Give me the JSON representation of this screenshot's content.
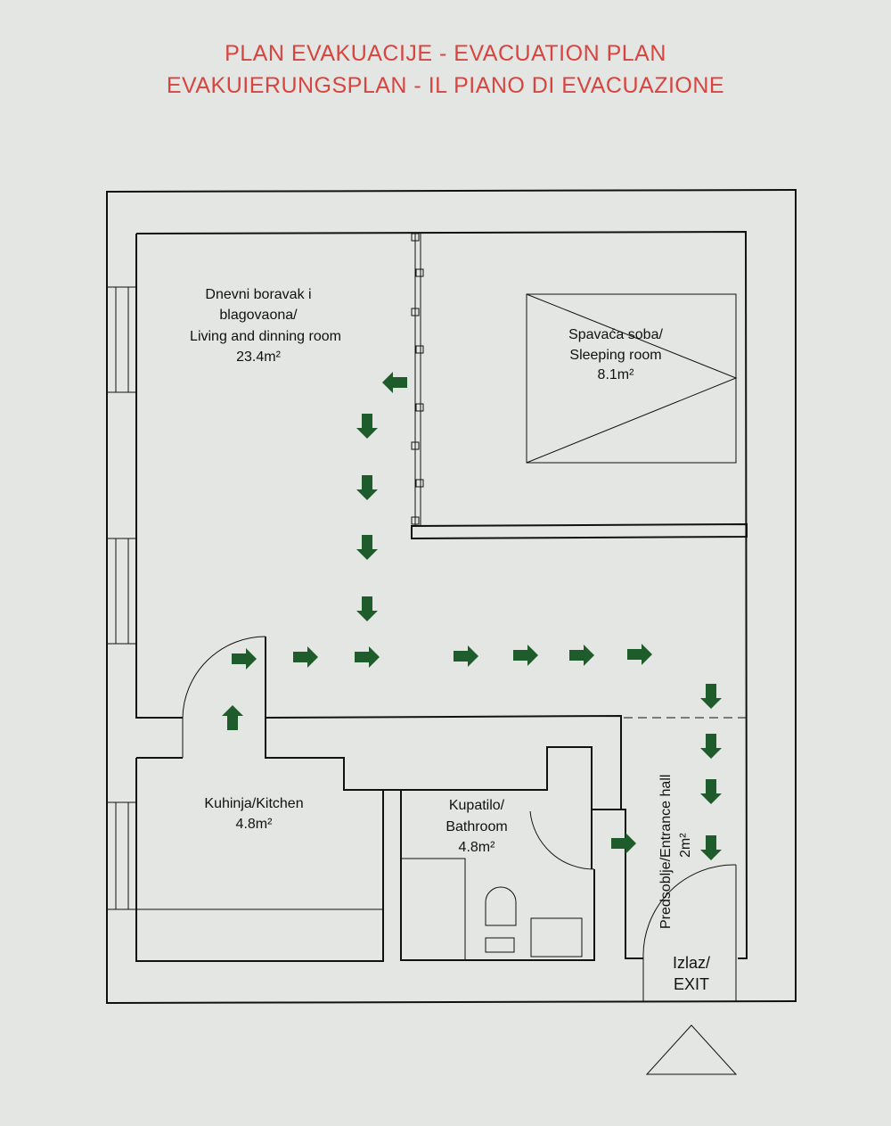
{
  "title": {
    "line1": "PLAN EVAKUACIJE - EVACUATION PLAN",
    "line2": "EVAKUIERUNGSPLAN - IL PIANO DI EVACUAZIONE"
  },
  "rooms": {
    "living": {
      "line1": "Dnevni boravak i",
      "line2": "blagovaona/",
      "line3": "Living and dinning room",
      "area": "23.4m²"
    },
    "sleeping": {
      "line1": "Spavaća soba/",
      "line2": "Sleeping room",
      "area": "8.1m²"
    },
    "kitchen": {
      "line1": "Kuhinja/Kitchen",
      "area": "4.8m²"
    },
    "bathroom": {
      "line1": "Kupatilo/",
      "line2": "Bathroom",
      "area": "4.8m²"
    },
    "hall": {
      "line1": "Predsoblje/Entrance hall",
      "area": "2m²"
    },
    "exit": {
      "line1": "Izlaz/",
      "line2": "EXIT"
    }
  },
  "colors": {
    "title": "#d9443f",
    "arrow": "#1f5c2b",
    "line": "#111111",
    "background": "#e4e6e3"
  }
}
